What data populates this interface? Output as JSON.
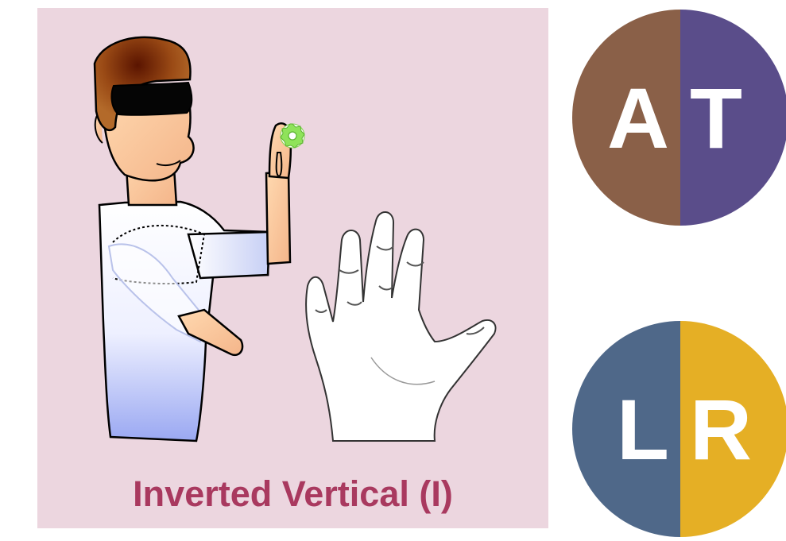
{
  "caption": "Inverted Vertical (I)",
  "badges": {
    "top": {
      "left_letter": "A",
      "right_letter": "T",
      "left_color": "#8a6048",
      "right_color": "#5a4d8a"
    },
    "bottom": {
      "left_letter": "L",
      "right_letter": "R",
      "left_color": "#4f6889",
      "right_color": "#e5af25"
    }
  },
  "colors": {
    "panel_background": "#ecd6df",
    "caption": "#a9395f",
    "sensor": "#8fe35a"
  }
}
